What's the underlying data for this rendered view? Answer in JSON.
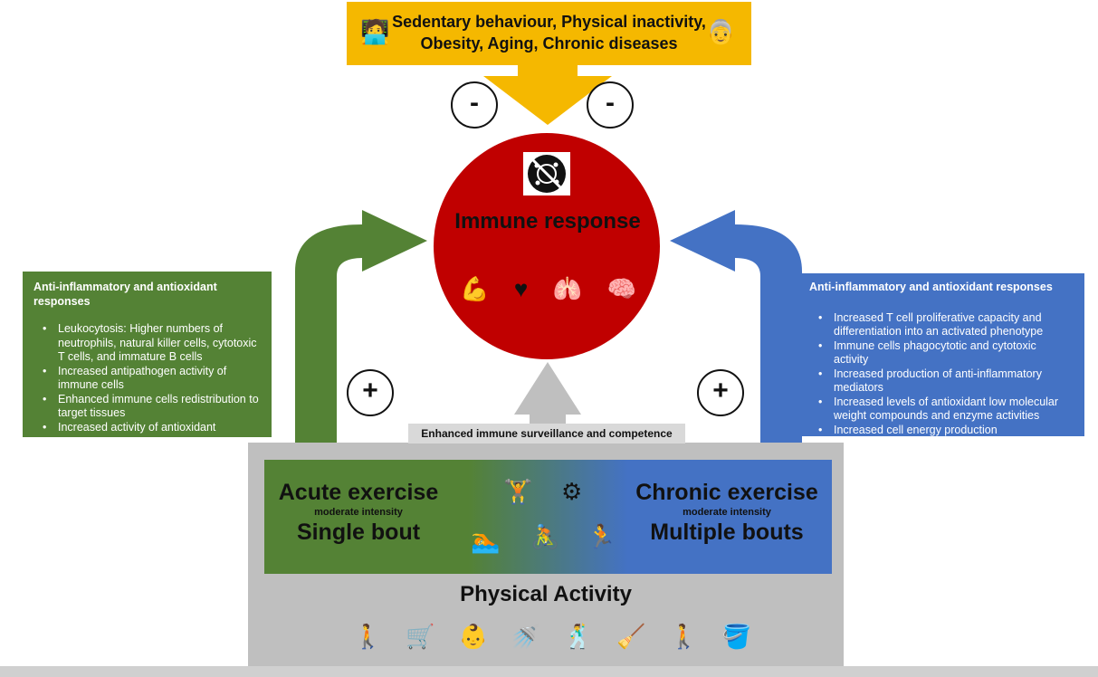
{
  "top_factors": "Sedentary behaviour, Physical inactivity, Obesity, Aging, Chronic diseases",
  "minus_sign": "-",
  "plus_sign": "+",
  "immune_response": "Immune response",
  "left_panel": {
    "title": "Anti-inflammatory and antioxidant responses",
    "items": [
      "Leukocytosis: Higher numbers of neutrophils, natural killer cells, cytotoxic T cells, and immature B cells",
      "Increased antipathogen activity of immune cells",
      "Enhanced immune cells redistribution to target tissues",
      "Increased activity of antioxidant enzymes"
    ]
  },
  "right_panel": {
    "title": "Anti-inflammatory and antioxidant responses",
    "items": [
      "Increased T cell proliferative capacity and differentiation into an activated phenotype",
      "Immune cells phagocytotic and cytotoxic activity",
      "Increased production of anti-inflammatory mediators",
      "Increased levels of antioxidant low molecular weight compounds and enzyme activities",
      "Increased cell energy production"
    ]
  },
  "enhanced_label": "Enhanced immune surveillance and competence",
  "acute": {
    "title": "Acute exercise",
    "intensity": "moderate intensity",
    "bout": "Single bout"
  },
  "chronic": {
    "title": "Chronic exercise",
    "intensity": "moderate intensity",
    "bout": "Multiple bouts"
  },
  "physical_activity": "Physical Activity",
  "colors": {
    "yellow": "#f5b800",
    "red": "#c00000",
    "green": "#548235",
    "blue": "#4472c4",
    "gray": "#bfbfbf",
    "light_gray": "#d9d9d9"
  },
  "icons": {
    "top": [
      "desk-worker-icon",
      "elderly-person-icon"
    ],
    "immune": "virus-icon",
    "organs": [
      "muscle-icon",
      "heart-icon",
      "lungs-icon",
      "brain-icon"
    ],
    "exercise": [
      "weightlifting-icon",
      "elliptical-icon",
      "swimming-icon",
      "cycling-icon",
      "running-icon"
    ],
    "activities": [
      "hiking-icon",
      "wheelbarrow-icon",
      "stroller-icon",
      "watering-can-icon",
      "dancing-icon",
      "cleaning-icon",
      "walking-icon",
      "sand-bucket-icon"
    ]
  }
}
